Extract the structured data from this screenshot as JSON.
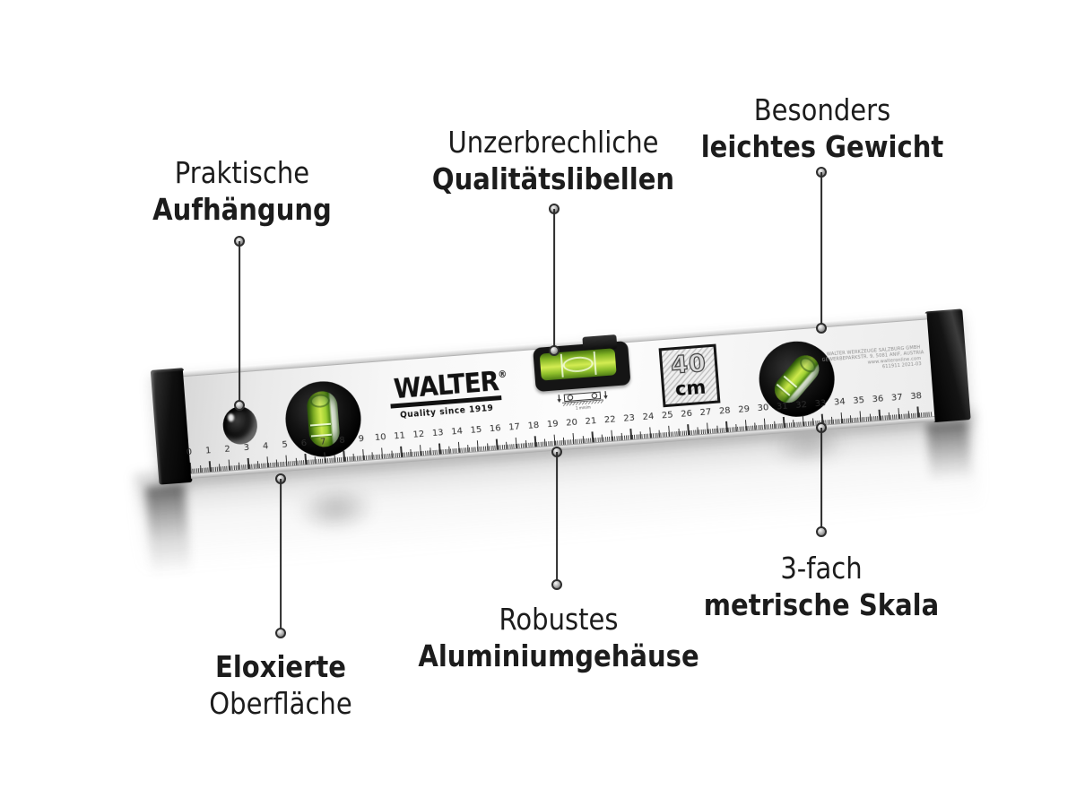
{
  "callouts": [
    {
      "line1": "Praktische",
      "line2": "Aufhängung"
    },
    {
      "line1": "Unzerbrechliche",
      "line2": "Qualitätslibellen"
    },
    {
      "line1": "Besonders",
      "line2": "leichtes Gewicht"
    },
    {
      "line1": "Eloxierte",
      "line2": "Oberfläche"
    },
    {
      "line1": "Robustes",
      "line2": "Aluminiumgehäuse"
    },
    {
      "line1": "3-fach",
      "line2": "metrische Skala"
    }
  ],
  "level": {
    "brand": "WALTER",
    "registered_mark": "®",
    "tagline": "Quality since 1919",
    "badge": {
      "size": "40",
      "unit": "cm"
    },
    "manufacturer": [
      "WALTER WERKZEUGE SALZBURG GMBH",
      "GEWERBEPARKSTR. 9, 5081 ANIF, AUSTRIA",
      "www.walteronline.com",
      "611911  2021-03"
    ],
    "accuracy_caption": "1 mm/m",
    "ruler": {
      "unit": "cm",
      "labels": [
        0,
        1,
        2,
        3,
        4,
        5,
        6,
        7,
        8,
        9,
        10,
        11,
        12,
        13,
        14,
        15,
        16,
        17,
        18,
        19,
        20,
        21,
        22,
        23,
        24,
        25,
        26,
        27,
        28,
        29,
        30,
        31,
        32,
        33,
        34,
        35,
        36,
        37,
        38
      ]
    }
  },
  "colors": {
    "vial_green": "#cde94c",
    "cap_black": "#151515",
    "body_metal": "#f3f3f3",
    "callout_text": "#1c1c1c"
  }
}
